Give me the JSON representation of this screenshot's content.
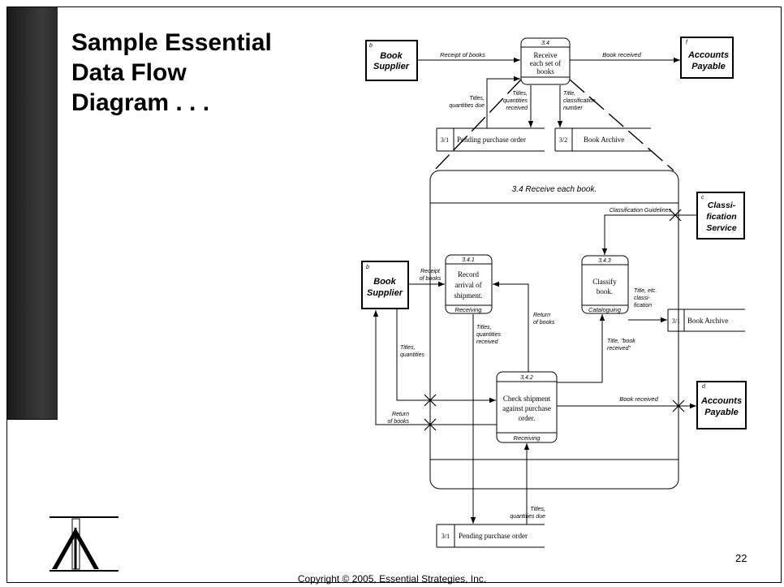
{
  "slide": {
    "title_lines": [
      "Sample Essential",
      "Data Flow",
      "Diagram . . ."
    ],
    "page_number": "22",
    "copyright": "Copyright © 2005, Essential Strategies, Inc."
  },
  "externals": {
    "book_supplier_top": {
      "id": "b",
      "lines": [
        "Book",
        "Supplier"
      ]
    },
    "accounts_payable_top": {
      "id": "f",
      "lines": [
        "Accounts",
        "Payable"
      ]
    },
    "classification_service": {
      "id": "c",
      "lines": [
        "Classi-",
        "fication",
        "Service"
      ]
    },
    "book_supplier_mid": {
      "id": "b",
      "lines": [
        "Book",
        "Supplier"
      ]
    },
    "accounts_payable_bottom": {
      "id": "d",
      "lines": [
        "Accounts",
        "Payable"
      ]
    }
  },
  "processes": {
    "p34": {
      "number": "3.4",
      "lines": [
        "Receive",
        "each set of",
        "books"
      ]
    },
    "p341": {
      "number": "3.4.1",
      "lines": [
        "Record",
        "arrival of",
        "shipment."
      ],
      "role": "Receiving"
    },
    "p343": {
      "number": "3.4.3",
      "lines": [
        "Classify",
        "book."
      ],
      "role": "Cataloguing"
    },
    "p342": {
      "number": "3.4.2",
      "lines": [
        "Check shipment",
        "against purchase",
        "order."
      ],
      "role": "Receiving"
    }
  },
  "stores": {
    "pending_top": {
      "id": "3/1",
      "name": "Pending purchase order"
    },
    "archive_top": {
      "id": "3/2",
      "name": "Book Archive"
    },
    "archive_mid": {
      "id": "3/1",
      "name": "Book Archive"
    },
    "pending_bottom": {
      "id": "3/1",
      "name": "Pending purchase order"
    }
  },
  "expanded_title": "3.4 Receive each book.",
  "flows": {
    "receipt_top": [
      "Receipt of books"
    ],
    "book_received_top": [
      "Book received"
    ],
    "titles_due_top": [
      "Titles,",
      "quantities due"
    ],
    "titles_received_top": [
      "Titles,",
      "quantities",
      "received"
    ],
    "title_classification": [
      "Title,",
      "classification",
      "number"
    ],
    "classification_guidelines": [
      "Classification Guidelines"
    ],
    "receipt_mid": [
      "Receipt",
      "of books"
    ],
    "title_etc": [
      "Title, etc.",
      "classi-",
      "fication"
    ],
    "return_of_books_inner": [
      "Return",
      "of books"
    ],
    "titles_received_mid": [
      "Titles,",
      "quantities",
      "received"
    ],
    "title_book_received": [
      "Title, \"book",
      "received\""
    ],
    "titles_quantities": [
      "Titles,",
      "quantities"
    ],
    "book_received_bottom": [
      "Book received"
    ],
    "return_of_books_outer": [
      "Return",
      "of books"
    ],
    "titles_due_bottom": [
      "Titles,",
      "quantities due"
    ]
  },
  "icons": {
    "logo": "tripod-logo-icon"
  }
}
